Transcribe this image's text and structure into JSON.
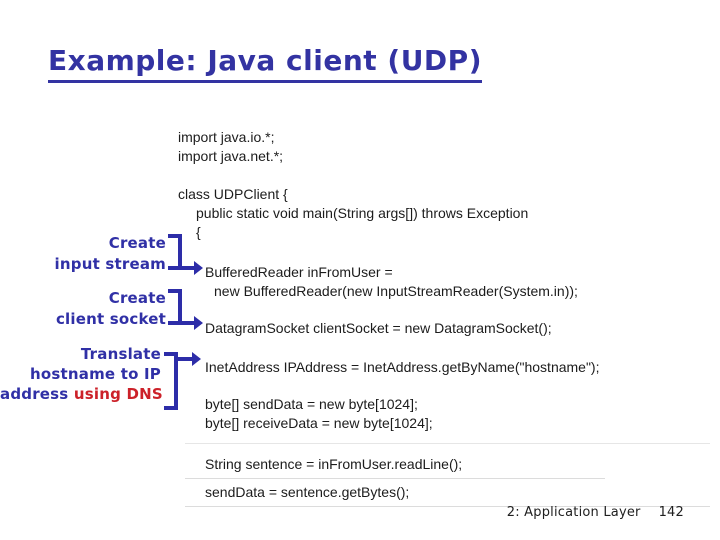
{
  "title": "Example: Java client (UDP)",
  "code": {
    "lines": [
      "import java.io.*;",
      "import java.net.*;",
      "class UDPClient {",
      "public static void main(String args[]) throws Exception",
      "{",
      "BufferedReader inFromUser =",
      "new BufferedReader(new InputStreamReader(System.in));",
      "DatagramSocket clientSocket = new DatagramSocket();",
      "InetAddress IPAddress = InetAddress.getByName(\"hostname\");",
      "byte[] sendData = new byte[1024];",
      "byte[] receiveData = new byte[1024];",
      "String sentence = inFromUser.readLine();",
      "sendData = sentence.getBytes();"
    ]
  },
  "annotations": [
    {
      "line1": "Create",
      "line2": "input stream"
    },
    {
      "line1": "Create",
      "line2": "client socket"
    },
    {
      "line1": "Translate",
      "line2": "hostname to IP",
      "line3_blue": "address ",
      "line3_red": "using DNS"
    }
  ],
  "footer": {
    "section": "2: Application Layer",
    "page": "142"
  },
  "colors": {
    "accent_blue": "#3333a2",
    "accent_red": "#cc2129",
    "code_text": "#1c1c1c"
  }
}
